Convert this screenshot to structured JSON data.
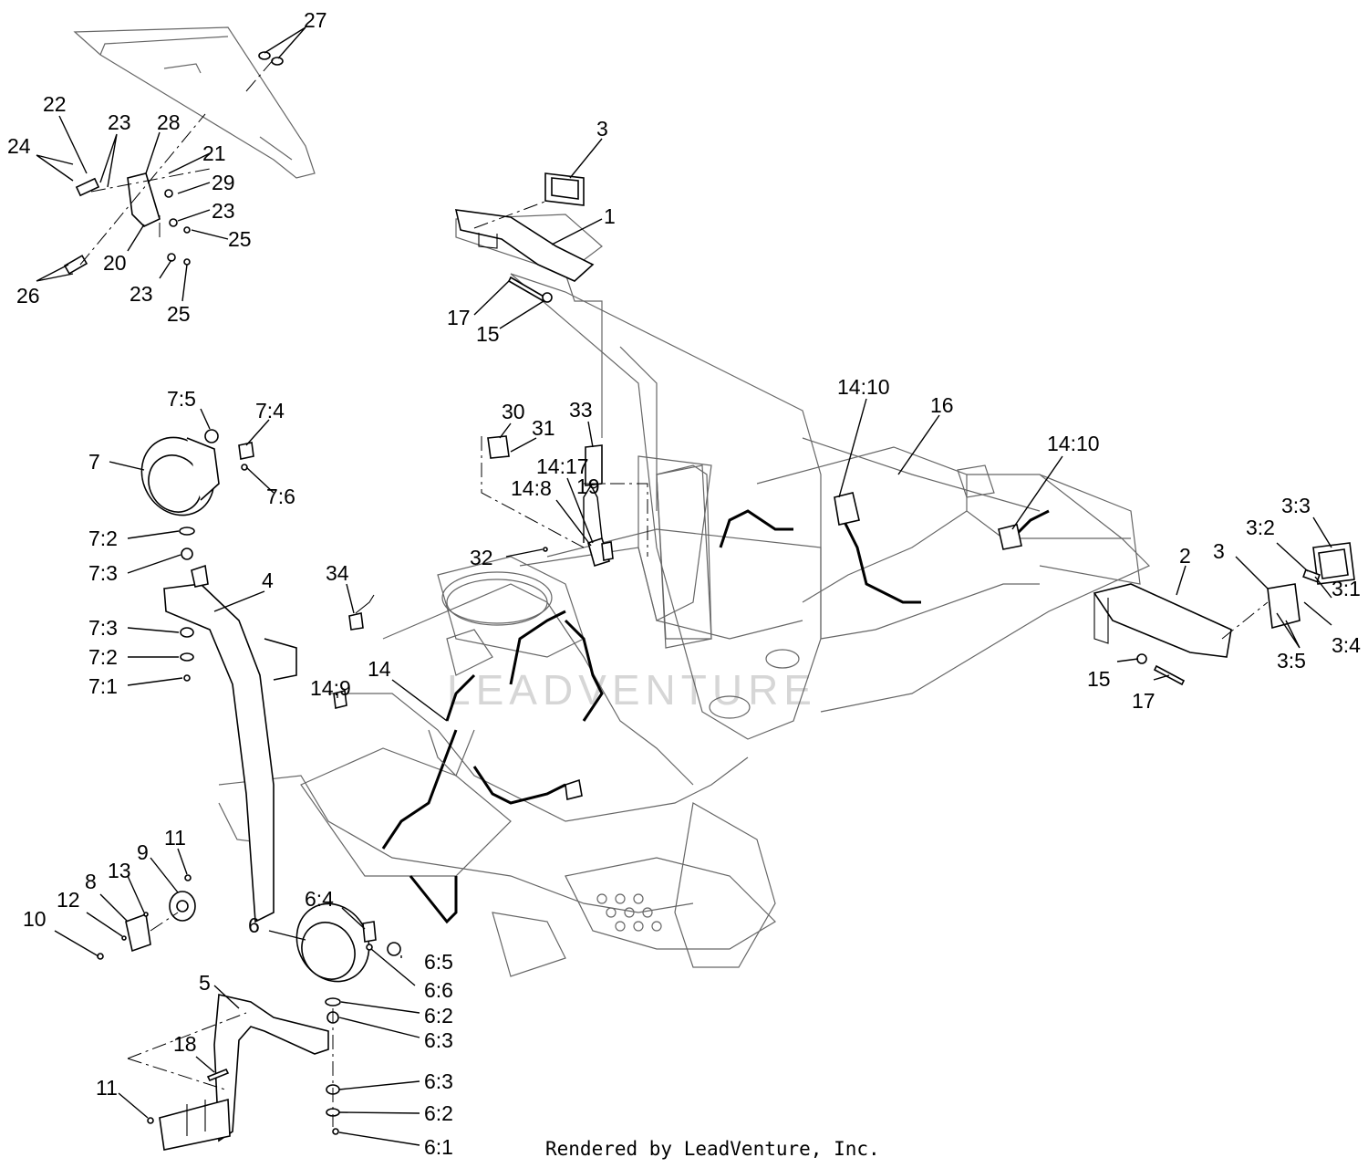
{
  "watermark": "LEADVENTURE",
  "credit": "Rendered by LeadVenture, Inc.",
  "callouts": [
    "27",
    "22",
    "23",
    "28",
    "24",
    "21",
    "29",
    "23",
    "25",
    "20",
    "26",
    "23",
    "25",
    "3",
    "1",
    "17",
    "15",
    "7:5",
    "7:4",
    "7",
    "7:6",
    "7:2",
    "7:3",
    "4",
    "7:3",
    "7:2",
    "7:1",
    "30",
    "31",
    "33",
    "14:17",
    "14:8",
    "19",
    "32",
    "34",
    "14:9",
    "14",
    "14:10",
    "16",
    "14:10",
    "3:3",
    "3:2",
    "2",
    "3",
    "3:1",
    "3:4",
    "3:5",
    "15",
    "17",
    "11",
    "9",
    "13",
    "8",
    "12",
    "10",
    "6:4",
    "6",
    "6:5",
    "6:6",
    "5",
    "6:2",
    "6:3",
    "18",
    "11",
    "6:3",
    "6:2",
    "6:1"
  ]
}
